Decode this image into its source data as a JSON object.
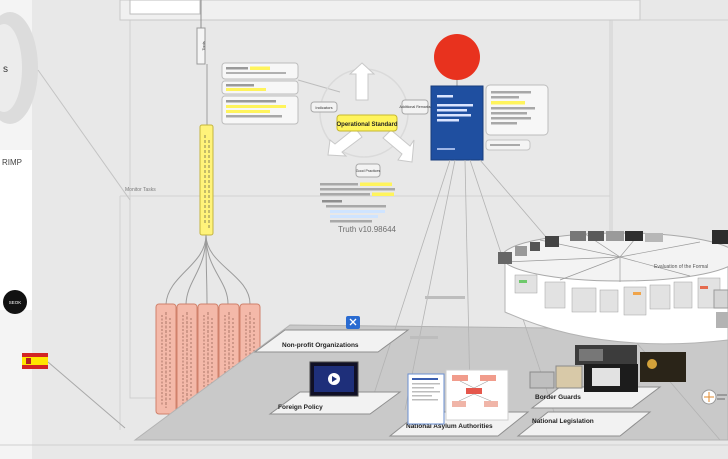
{
  "sidebar": {
    "partial_label_top": "s",
    "partial_label_mid": "RIMP",
    "avatar_text": "SEOK"
  },
  "top_panel": {
    "vertical_label": "Tools"
  },
  "diagram": {
    "center_label": "Operational Standard",
    "satellite_left": "Indicators",
    "satellite_right": "Additional Remarks",
    "satellite_bottom": "Good Practices",
    "caption": "Truth v10.98644"
  },
  "labels": {
    "monitor_tasks": "Monitor Tasks",
    "evaluation_of_the_formal": "Evaluation of the Formal",
    "non_profit": "Non-profit Organizations",
    "foreign_policy": "Foreign Policy",
    "national_asylum": "National Asylum Authorities",
    "national_legislation": "National Legislation",
    "border_guards": "Border Guards"
  },
  "colors": {
    "canvas": "#e8e8e8",
    "platform": "#c9c9c9",
    "tag_fill": "#f2f2f2",
    "red_circle": "#e8321e",
    "book_blue": "#1f4fa0",
    "highlight": "#fff45c",
    "pink_card": "#f4b9a9",
    "pink_card_border": "#d0816b",
    "yellow_bar": "#fff37a"
  }
}
